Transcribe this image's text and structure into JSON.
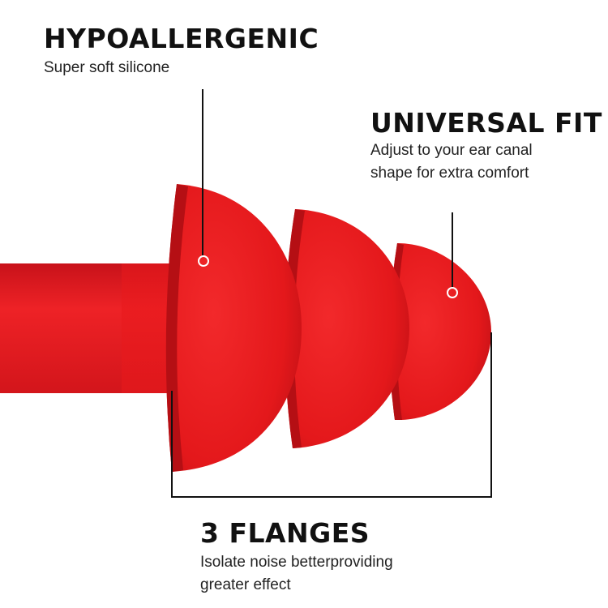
{
  "annotations": {
    "hypoallergenic": {
      "title": "HYPOALLERGENIC",
      "lines": [
        "Super soft silicone"
      ]
    },
    "universal_fit": {
      "title": "UNIVERSAL FIT",
      "lines": [
        "Adjust to your ear canal",
        "shape for extra comfort"
      ]
    },
    "flanges": {
      "title": "3 FLANGES",
      "lines": [
        "Isolate noise betterproviding",
        "greater effect"
      ]
    }
  },
  "colors": {
    "product_red": "#e8191c",
    "product_shadow": "#b81014",
    "line": "#111111"
  }
}
